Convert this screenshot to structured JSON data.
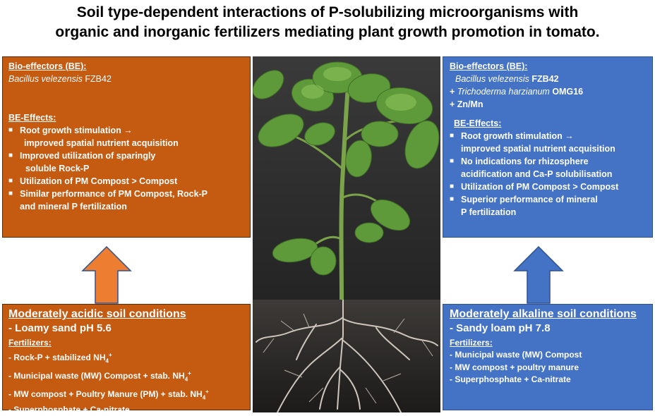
{
  "title": {
    "line1": "Soil type-dependent  interactions of P-solubilizing microorganisms with",
    "line2": "organic and inorganic fertilizers mediating plant growth promotion in tomato."
  },
  "left_top": {
    "be_header": "Bio-effectors (BE):",
    "be_species": "Bacillus velezensis",
    "be_strain": " FZB42",
    "effects_header": "BE-Effects:",
    "effects": [
      {
        "line1": "Root growth stimulation →",
        "line2": "improved spatial nutrient acquisition"
      },
      {
        "line1": "Improved utilization of sparingly",
        "line2": "soluble Rock-P"
      },
      {
        "line1": "Utilization of PM Compost > Compost",
        "line2": ""
      },
      {
        "line1": "Similar performance of  PM Compost,  Rock-P",
        "line2": "and mineral P fertilization"
      }
    ]
  },
  "right_top": {
    "be_header": "Bio-effectors (BE):",
    "be_species1": "Bacillus velezensis",
    "be_strain1": " FZB42",
    "be_prefix2": "+ ",
    "be_species2": "Trichoderma harzianum",
    "be_strain2": " OMG16",
    "be_line3": "+ Zn/Mn",
    "effects_header": "BE-Effects:",
    "effects": [
      {
        "line1": "Root growth stimulation →",
        "line2": "improved spatial nutrient acquisition"
      },
      {
        "line1": "No indications for  rhizosphere",
        "line2": "acidification and Ca-P solubilisation"
      },
      {
        "line1": "Utilization of PM Compost > Compost",
        "line2": ""
      },
      {
        "line1": "Superior performance of mineral",
        "line2": "P fertilization"
      }
    ]
  },
  "left_bottom": {
    "condition": "Moderately  acidic soil conditions",
    "soil": "- Loamy sand pH 5.6",
    "fert_header": "Fertilizers:",
    "fertilizers": [
      "- Rock-P + stabilized NH",
      "- Municipal waste (MW) Compost + stab. NH",
      "- MW compost + Poultry Manure (PM) + stab. NH",
      "- Superphosphate  + Ca-nitrate"
    ],
    "nh4_sub": "4",
    "nh4_sup": "+"
  },
  "right_bottom": {
    "condition": "Moderately alkaline soil conditions",
    "soil": "- Sandy loam pH 7.8",
    "fert_header": "Fertilizers:",
    "fertilizers": [
      "- Municipal waste (MW) Compost",
      "- MW compost + poultry manure",
      "-   Superphosphate + Ca-nitrate"
    ]
  },
  "colors": {
    "acidic": "#c55a11",
    "alkaline": "#4472c4",
    "acidic_arrow": "#ed7d31"
  },
  "icons": {
    "left_arrow": "up-arrow-icon",
    "right_arrow": "up-arrow-icon",
    "photo": "tomato-plant-photo"
  }
}
